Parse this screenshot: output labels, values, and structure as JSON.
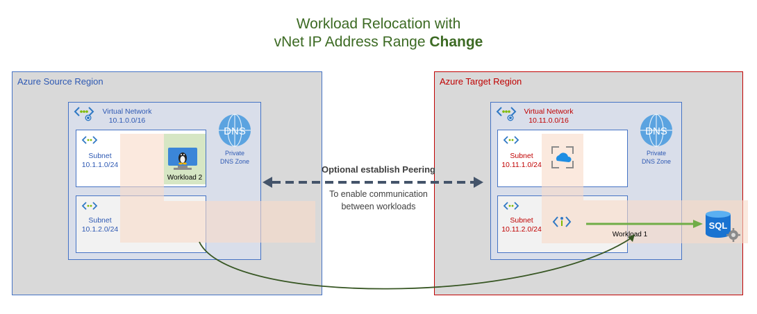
{
  "title": {
    "line1": "Workload Relocation with",
    "line2_prefix": "vNet IP Address Range ",
    "line2_bold": "Change"
  },
  "source": {
    "region_label": "Azure Source Region",
    "vnet_label": "Virtual Network",
    "vnet_range": "10.1.0.0/16",
    "subnet1_label": "Subnet",
    "subnet1_range": "10.1.1.0/24",
    "subnet2_label": "Subnet",
    "subnet2_range": "10.1.2.0/24",
    "workload_label": "Workload 2",
    "dns_label_1": "Private",
    "dns_label_2": "DNS Zone",
    "dns_icon_text": "DNS"
  },
  "target": {
    "region_label": "Azure Target Region",
    "vnet_label": "Virtual Network",
    "vnet_range": "10.11.0.0/16",
    "subnet1_label": "Subnet",
    "subnet1_range": "10.11.1.0/24",
    "subnet2_label": "Subnet",
    "subnet2_range": "10.11.2.0/24",
    "workload_label": "Workload 1",
    "dns_label_1": "Private",
    "dns_label_2": "DNS Zone",
    "dns_icon_text": "DNS",
    "sql_icon_text": "SQL"
  },
  "peering": {
    "title": "Optional establish Peering",
    "line1": "To enable communication",
    "line2": "between workloads"
  },
  "colors": {
    "title_green": "#3c6a23",
    "source_border": "#4472c4",
    "target_border": "#c00000",
    "region_fill": "#d9d9d9",
    "overlay": "#f8dac8",
    "arrow_green": "#70ad47",
    "migration_curve": "#375623"
  }
}
